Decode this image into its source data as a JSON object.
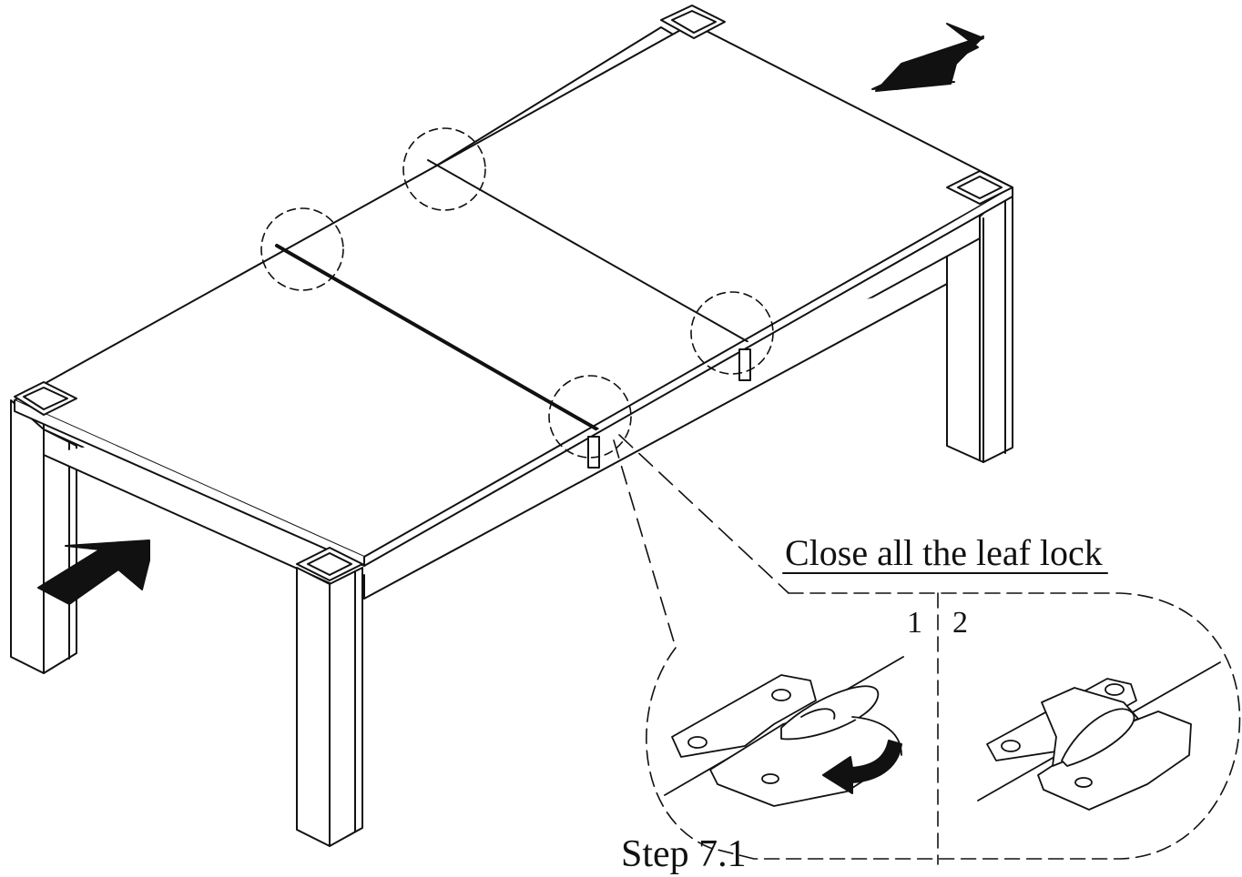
{
  "instruction": "Close all the leaf lock",
  "step": "Step 7.1",
  "detail_panels": [
    {
      "number": "1"
    },
    {
      "number": "2"
    }
  ],
  "colors": {
    "line": "#111111",
    "background": "#ffffff"
  }
}
